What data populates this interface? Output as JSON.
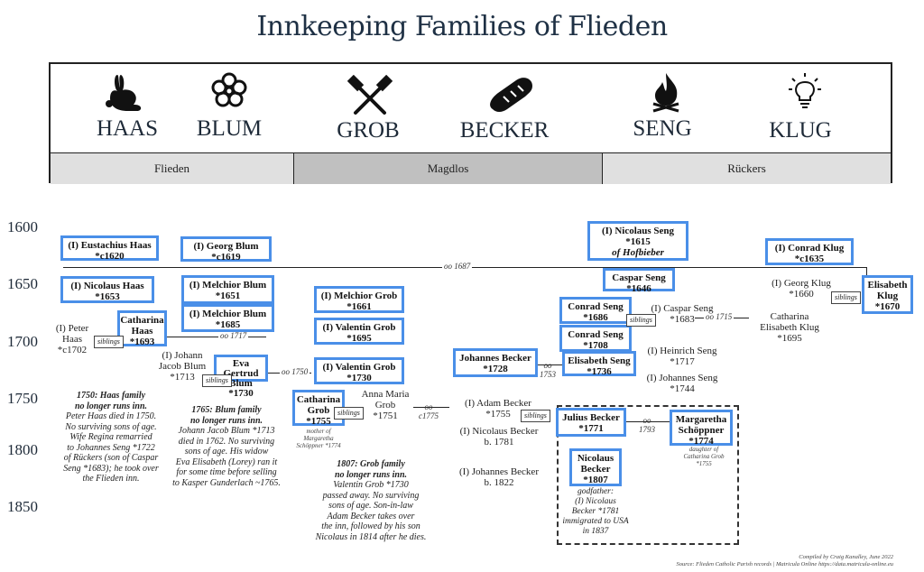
{
  "title": "Innkeeping Families of Flieden",
  "families": [
    "HAAS",
    "BLUM",
    "GROB",
    "BECKER",
    "SENG",
    "KLUG"
  ],
  "family_icons": [
    "rabbit-icon",
    "flower-icon",
    "crossed-hammers-icon",
    "bread-icon",
    "fire-icon",
    "lightbulb-icon"
  ],
  "regions": [
    "Flieden",
    "Magdlos",
    "Rückers"
  ],
  "years": [
    "1600",
    "1650",
    "1700",
    "1750",
    "1800",
    "1850"
  ],
  "people": {
    "eustachius": {
      "name": "(I) Eustachius Haas",
      "date": "*c1620"
    },
    "georg_blum": {
      "name": "(I) Georg Blum",
      "date": "*c1619"
    },
    "nicolaus_seng": {
      "name": "(I) Nicolaus Seng",
      "date": "*1615",
      "extra": "of Hofbieber"
    },
    "conrad_klug": {
      "name": "(I) Conrad Klug",
      "date": "*c1635"
    },
    "nicolaus_haas": {
      "name": "(I) Nicolaus Haas",
      "date": "*1653"
    },
    "melchior_blum1": {
      "name": "(I) Melchior Blum",
      "date": "*1651"
    },
    "caspar_seng": {
      "name": "Caspar Seng",
      "date": "*1646"
    },
    "elisabeth_klug": {
      "name": "Elisabeth Klug",
      "date": "*1670"
    },
    "melchior_grob": {
      "name": "(I) Melchior Grob",
      "date": "*1661"
    },
    "melchior_blum2": {
      "name": "(I) Melchior Blum",
      "date": "*1685"
    },
    "catharina_haas": {
      "name": "Catharina Haas",
      "date": "*1693"
    },
    "valentin_grob1": {
      "name": "(I) Valentin Grob",
      "date": "*1695"
    },
    "conrad_seng1": {
      "name": "Conrad Seng",
      "date": "*1686"
    },
    "conrad_seng2": {
      "name": "Conrad Seng",
      "date": "*1708"
    },
    "eva_blum": {
      "name": "Eva Gertrud Blum",
      "date": "*1730"
    },
    "valentin_grob2": {
      "name": "(I) Valentin Grob",
      "date": "*1730"
    },
    "johannes_becker": {
      "name": "Johannes Becker",
      "date": "*1728"
    },
    "elisabeth_seng": {
      "name": "Elisabeth Seng",
      "date": "*1736"
    },
    "catharina_grob": {
      "name": "Catharina Grob",
      "date": "*1755"
    },
    "julius_becker": {
      "name": "Julius Becker",
      "date": "*1771"
    },
    "margaretha": {
      "name": "Margaretha Schöppner",
      "date": "*1774"
    },
    "nicolaus_becker": {
      "name": "Nicolaus Becker",
      "date": "*1807"
    }
  },
  "plain_people": {
    "georg_klug": "(I) Georg Klug\n*1660",
    "caspar_seng_1683": "(I) Caspar Seng\n*1683",
    "catharina_klug": "Catharina\nElisabeth Klug\n*1695",
    "peter_haas": "(I) Peter\nHaas\n*c1702",
    "johann_blum": "(I) Johann\nJacob Blum\n*1713",
    "heinrich_seng": "(I) Heinrich Seng\n*1717",
    "johannes_seng": "(I) Johannes Seng\n*1744",
    "anna_grob": "Anna Maria\nGrob\n*1751",
    "adam_becker": "(I) Adam Becker\n*1755",
    "nicolaus_becker_1781": "(I) Nicolaus Becker\nb. 1781",
    "johannes_becker_1822": "(I) Johannes Becker\nb. 1822"
  },
  "marriages": {
    "m1687": "oo 1687",
    "m1717": "oo 1717",
    "m1715": "oo 1715",
    "m1750": "oo 1750",
    "m1753": "oo\n1753",
    "m1775": "oo\nc1775",
    "m1793": "oo\n1793"
  },
  "siblings_label": "siblings",
  "small_notes": {
    "grob_mother": "mother of\nMargaretha\nSchöppner *1774",
    "margaretha_mother": "daughter of\nCatharina Grob\n*1755"
  },
  "godfather": "godfather:\n(I) Nicolaus\nBecker *1781\nimmigrated to USA\nin 1837",
  "notes": {
    "haas": {
      "head": "1750: Haas family\nno longer runs inn.",
      "body": "Peter Haas died in 1750.\nNo surviving sons of age.\nWife Regina remarried\nto Johannes Seng *1722\nof Rückers (son of Caspar\nSeng *1683); he took over\nthe Flieden inn."
    },
    "blum": {
      "head": "1765: Blum family\nno longer runs inn.",
      "body": "Johann Jacob Blum *1713\ndied in 1762. No surviving\nsons of age. His widow\nEva Elisabeth (Lorey) ran it\nfor some time before selling\nto Kasper Gunderlach ~1765."
    },
    "grob": {
      "head": "1807: Grob family\nno longer runs inn.",
      "body": "Valentin Grob *1730\npassed away. No surviving\nsons of age. Son-in-law\nAdam Becker takes over\nthe inn, followed by his son\nNicolaus in 1814 after he dies."
    }
  },
  "credits": {
    "line1": "Compiled by Craig Kanalley, June 2022",
    "line2": "Source: Flieden Catholic Parish records | Matricula Online https://data.matricula-online.eu"
  },
  "colors": {
    "box_border": "#4a8fe8",
    "title": "#1e3044",
    "region_mid": "#c0c0c0",
    "region_side": "#e0e0e0"
  }
}
